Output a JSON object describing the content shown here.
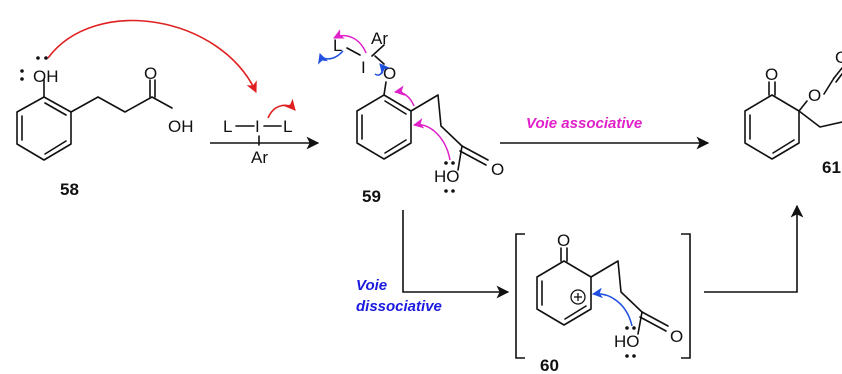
{
  "compounds": {
    "c58": {
      "number": "58",
      "hydroxyl": "OH",
      "acid_o": "O",
      "acid_oh": "OH"
    },
    "c59": {
      "number": "59",
      "iodine": "I",
      "ligand": "L",
      "aryl": "Ar",
      "ether_o": "O",
      "acid_o": "O",
      "acid_oh": "HO"
    },
    "c60": {
      "number": "60",
      "ketone_o": "O",
      "acid_o": "O",
      "acid_oh": "HO"
    },
    "c61": {
      "number": "61",
      "ketone_o": "O",
      "ring_o": "O",
      "lactone_o": "O"
    }
  },
  "reagent": {
    "iodine": "I",
    "ligand_left": "L",
    "ligand_right": "L",
    "aryl": "Ar"
  },
  "pathways": {
    "associative": {
      "label": "Voie associative",
      "color": "#e020c8"
    },
    "dissociative": {
      "line1": "Voie",
      "line2": "dissociative",
      "color": "#1a1ae0"
    }
  },
  "arrow_colors": {
    "red": "#e02020",
    "magenta": "#e020c8",
    "blue": "#2050e0"
  }
}
